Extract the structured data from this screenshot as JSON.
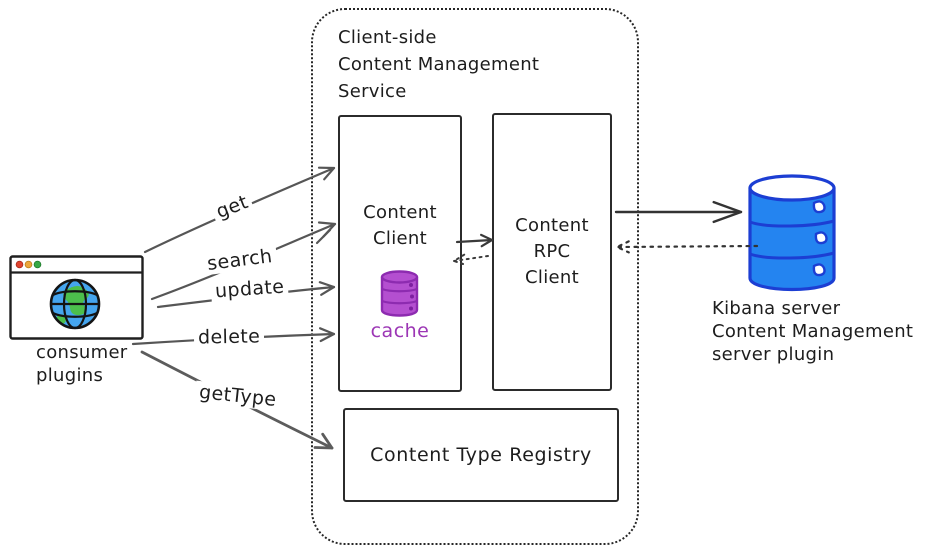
{
  "diagram": {
    "container": {
      "title_lines": [
        "Client-side",
        "Content Management",
        "Service"
      ]
    },
    "boxes": {
      "content_client": {
        "line1": "Content",
        "line2": "Client",
        "cache_label": "cache"
      },
      "rpc_client": {
        "line1": "Content",
        "line2": "RPC",
        "line3": "Client"
      },
      "type_registry": {
        "label": "Content Type Registry"
      }
    },
    "consumer": {
      "line1": "consumer",
      "line2": "plugins"
    },
    "kibana": {
      "line1": "Kibana server",
      "line2": "Content Management",
      "line3": "server plugin"
    },
    "arrow_labels": {
      "get": "get",
      "search": "search",
      "update": "update",
      "delete": "delete",
      "get_type": "getType"
    },
    "icons": {
      "browser": "browser-window-icon",
      "globe": "globe-icon",
      "cache_db": "cache-database-icon",
      "kibana_db": "kibana-server-database-icon"
    },
    "colors": {
      "ink": "#1d1d1d",
      "arrow_gray": "#555555",
      "cache_fill": "#b44fd0",
      "cache_stroke": "#8d2bb0",
      "cache_text": "#9c36b5",
      "kibana_db_fill": "#2484f0",
      "kibana_db_stroke": "#1c3ed3",
      "globe_fill": "#45a5ee",
      "globe_land": "#4cbf4c",
      "dot_red": "#e0432f",
      "dot_yellow": "#eda73b",
      "dot_green": "#36a845"
    }
  }
}
